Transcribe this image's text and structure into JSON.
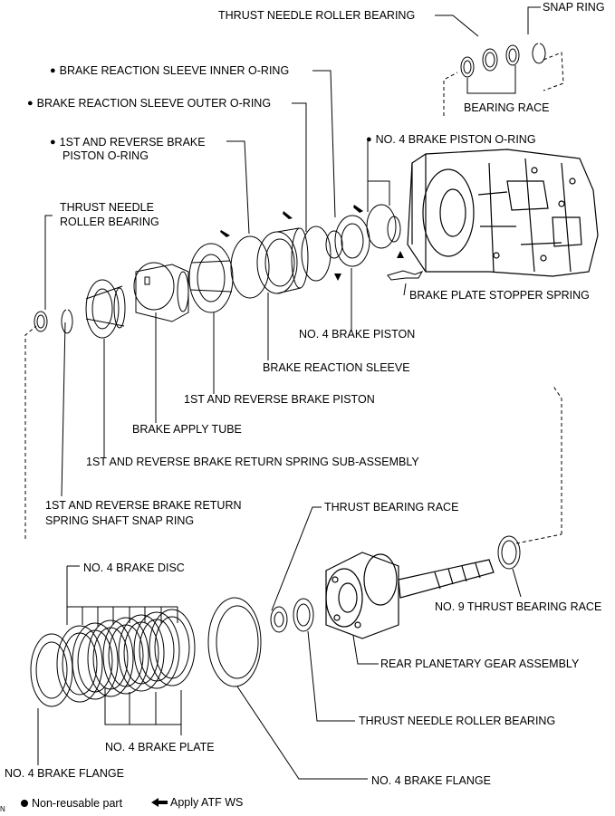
{
  "labels": {
    "thrust_needle_top": "THRUST NEEDLE ROLLER BEARING",
    "snap_ring": "SNAP RING",
    "inner_oring": "BRAKE REACTION SLEEVE INNER O-RING",
    "outer_oring": "BRAKE REACTION SLEEVE OUTER O-RING",
    "brake_piston_oring_1": "1ST AND REVERSE BRAKE",
    "brake_piston_oring_2": "PISTON O-RING",
    "bearing_race": "BEARING RACE",
    "no4_piston_oring": "NO. 4 BRAKE PISTON O-RING",
    "thrust_needle_left_1": "THRUST NEEDLE",
    "thrust_needle_left_2": "ROLLER BEARING",
    "stopper_spring": "BRAKE PLATE STOPPER SPRING",
    "no4_piston": "NO. 4 BRAKE PISTON",
    "reaction_sleeve": "BRAKE REACTION SLEEVE",
    "rev_brake_piston": "1ST AND REVERSE BRAKE PISTON",
    "apply_tube": "BRAKE APPLY TUBE",
    "return_spring": "1ST AND REVERSE BRAKE RETURN SPRING SUB-ASSEMBLY",
    "snap_ring_shaft_1": "1ST AND REVERSE BRAKE RETURN",
    "snap_ring_shaft_2": "SPRING SHAFT SNAP RING",
    "thrust_bearing_race": "THRUST BEARING RACE",
    "no4_disc": "NO. 4 BRAKE DISC",
    "no9_race": "NO. 9 THRUST BEARING RACE",
    "rear_planetary": "REAR PLANETARY GEAR ASSEMBLY",
    "thrust_needle_bottom": "THRUST NEEDLE ROLLER BEARING",
    "no4_plate": "NO. 4 BRAKE  PLATE",
    "no4_flange_left": "NO. 4 BRAKE FLANGE",
    "no4_flange_right": "NO. 4 BRAKE FLANGE"
  },
  "legend": {
    "nonreusable": "Non-reusable part",
    "apply_atf": "Apply ATF WS"
  },
  "corner_mark": "N"
}
